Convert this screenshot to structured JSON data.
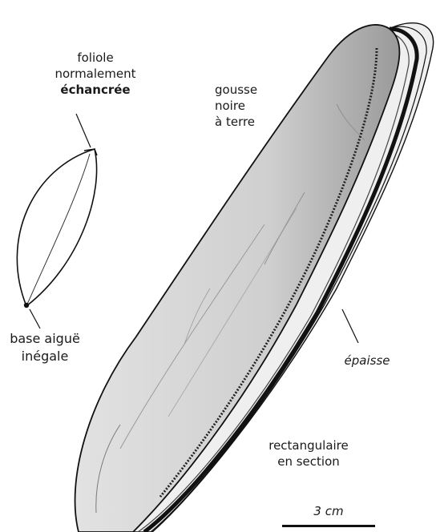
{
  "labels": {
    "leaflet_line1": "foliole",
    "leaflet_line2": "normalement",
    "leaflet_line3": "échancrée",
    "base_line1": "base aiguë",
    "base_line2": "inégale",
    "pod_line1": "gousse",
    "pod_line2": "noire",
    "pod_line3": "à terre",
    "thick": "épaisse",
    "section_line1": "rectangulaire",
    "section_line2": "en section",
    "scale": "3 cm"
  },
  "colors": {
    "ink": "#111111",
    "pod_fill": "#d6d6d6",
    "pod_shadow": "#b0b0b0",
    "background": "#ffffff"
  }
}
